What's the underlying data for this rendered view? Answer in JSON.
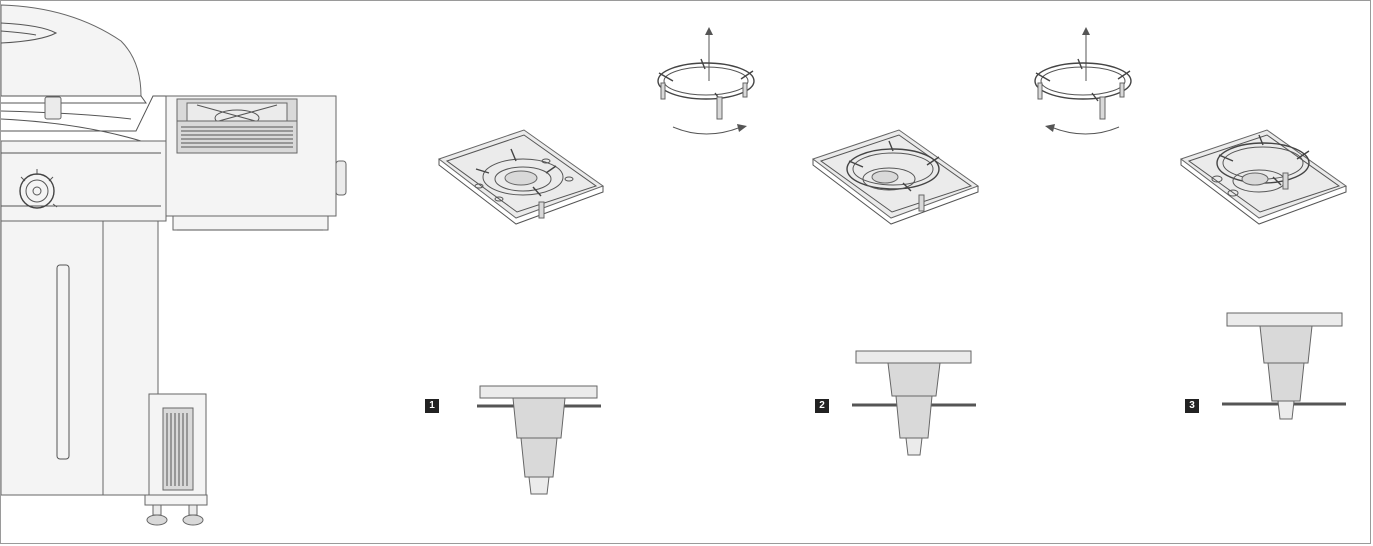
{
  "steps": [
    {
      "label": "1"
    },
    {
      "label": "2"
    },
    {
      "label": "3"
    }
  ],
  "colors": {
    "badge": "#222222",
    "line": "#555555",
    "pin_fill": "#d9d9d9",
    "plate_fill": "#ebebeb"
  }
}
